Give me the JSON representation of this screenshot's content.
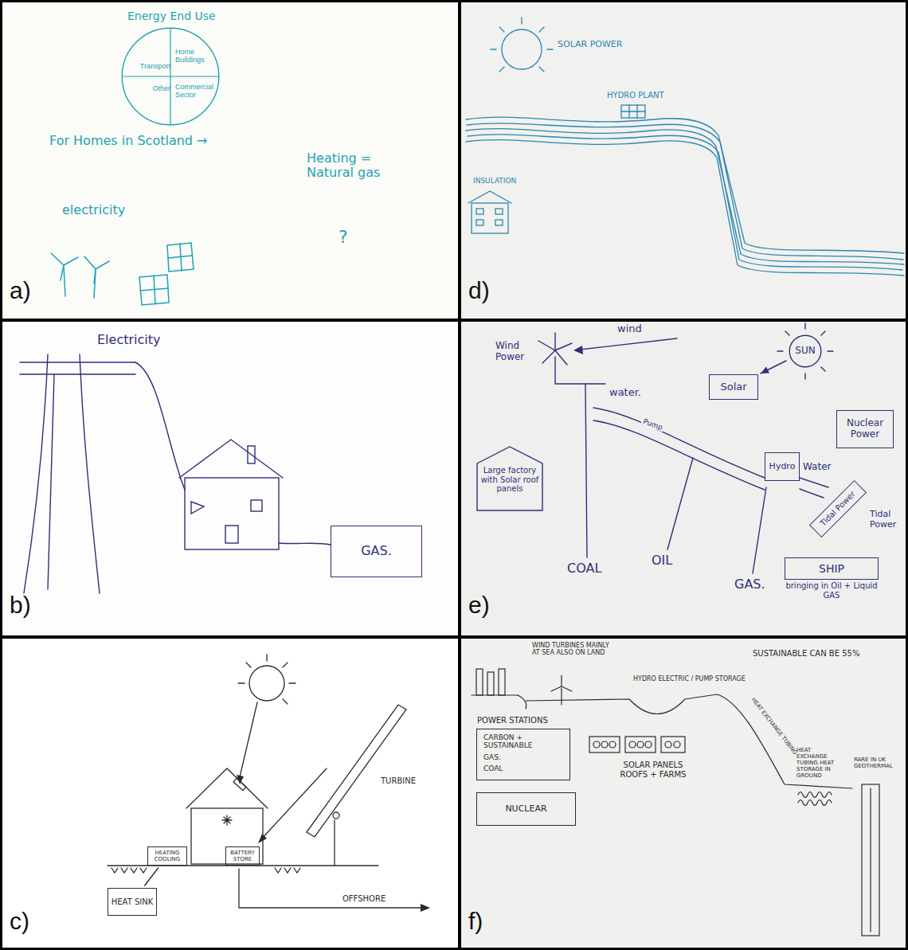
{
  "diagram": {
    "nodes": [
      {
        "text": [
          "Transport",
          "Home Buildings",
          "Other",
          "Commercial Sector"
        ]
      },
      {
        "text": [
          "GAS."
        ]
      },
      {
        "text": [
          "HEATING COOLING"
        ]
      },
      {
        "text": [
          "BATTERY STORE"
        ]
      },
      {
        "text": [
          "HEAT SINK"
        ]
      },
      {
        "text": [
          "Large factory with Solar roof panels"
        ]
      },
      {
        "text": [
          "SUN"
        ]
      },
      {
        "text": [
          "Solar"
        ]
      },
      {
        "text": [
          "Nuclear Power"
        ]
      },
      {
        "text": [
          "Hydro"
        ]
      },
      {
        "text": [
          "Tidal Power"
        ]
      },
      {
        "text": [
          "SHIP",
          "bringing in Oil + Liquid GAS"
        ]
      },
      {
        "text": [
          "POWER STATIONS",
          "CARBON + SUSTAINABLE",
          "GAS.",
          "COAL"
        ]
      },
      {
        "text": [
          "NUCLEAR"
        ]
      }
    ],
    "edges": [
      {
        "from": 4,
        "to": 2,
        "arrow": "none"
      },
      {
        "from": 6,
        "to": 7,
        "arrow": "to"
      }
    ],
    "labels": [
      "a)",
      "Energy End Use",
      "For Homes in Scotland →",
      "Heating = Natural gas",
      "electricity",
      "?",
      "b)",
      "Electricity",
      "c)",
      "TURBINE",
      "OFFSHORE",
      "d)",
      "SOLAR POWER",
      "HYDRO PLANT",
      "INSULATION",
      "e)",
      "Wind Power",
      "wind",
      "water.",
      "Pump",
      "Water",
      "Tidal Power",
      "COAL",
      "OIL",
      "GAS.",
      "f)",
      "WIND TURBINES MAINLY AT SEA ALSO ON LAND",
      "SUSTAINABLE CAN BE 55%",
      "HYDRO ELECTRIC / PUMP STORAGE",
      "SOLAR PANELS ROOFS + FARMS",
      "HEAT EXCHANGE TUBING",
      "HEAT EXCHANGE TUBING HEAT STORAGE IN GROUND",
      "RARE IN UK GEOTHERMAL"
    ]
  }
}
